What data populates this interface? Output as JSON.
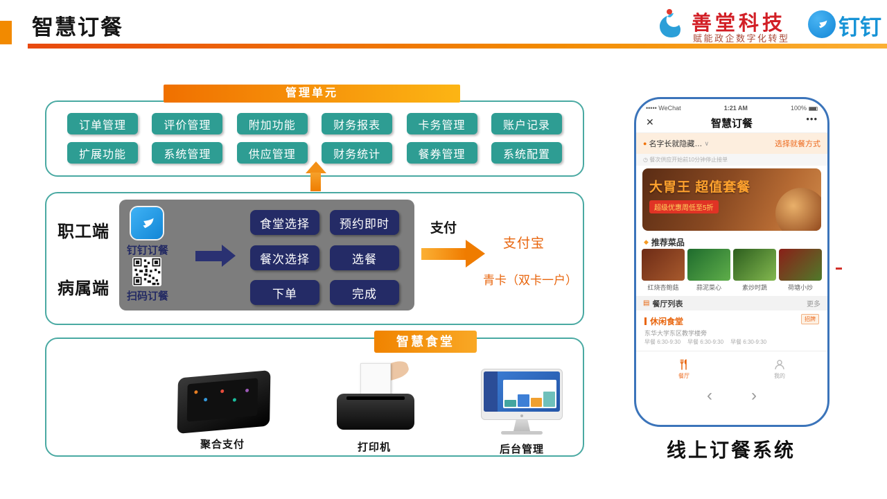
{
  "header": {
    "title": "智慧订餐",
    "brand": {
      "name": "善堂科技",
      "tagline": "赋能政企数字化转型",
      "dingtalk_label": "钉钉"
    }
  },
  "management": {
    "banner": "管理单元",
    "rows": [
      [
        "订单管理",
        "评价管理",
        "附加功能",
        "财务报表",
        "卡务管理",
        "账户记录"
      ],
      [
        "扩展功能",
        "系统管理",
        "供应管理",
        "财务统计",
        "餐券管理",
        "系统配置"
      ]
    ]
  },
  "flow": {
    "role_staff": "职工端",
    "role_family": "病属端",
    "entry_dingtalk": "钉钉订餐",
    "entry_qrcode": "扫码订餐",
    "steps": [
      "食堂选择",
      "预约即时",
      "餐次选择",
      "选餐",
      "下单",
      "完成"
    ],
    "pay_label": "支付",
    "pay_method_1": "支付宝",
    "pay_method_2": "青卡（双卡一户）"
  },
  "canteen": {
    "banner": "智慧食堂",
    "device_1": "聚合支付",
    "device_2": "打印机",
    "device_3": "后台管理"
  },
  "phone": {
    "status_left": "••••• WeChat",
    "status_time": "1:21 AM",
    "status_battery": "100%",
    "nav_title": "智慧订餐",
    "location_text": "名字长就隐藏…",
    "dining_mode": "选择就餐方式",
    "notice": "餐次供应开始前10分钟停止接单",
    "promo_title": "大胃王 超值套餐",
    "promo_sub": "超级优惠周低至5折",
    "recommend_title": "推荐菜品",
    "dishes": [
      "红烧杏鲍菇",
      "蒜泥菜心",
      "素炒时蔬",
      "荷塘小炒"
    ],
    "list_title": "餐厅列表",
    "list_more": "更多",
    "restaurant_name": "休闲食堂",
    "restaurant_badge": "招牌",
    "restaurant_address": "东华大学东区教学楼旁",
    "times": [
      "早餐 6:30-9:30",
      "早餐 6:30-9:30",
      "早餐 6:30-9:30"
    ],
    "tab_home": "餐厅",
    "tab_mine": "我的"
  },
  "icons": {
    "close": "✕",
    "more": "•••",
    "pin": "●",
    "caret_down": "∨",
    "clock": "◷",
    "diamond": "◆",
    "list": "▤",
    "prev": "‹",
    "next": "›"
  },
  "caption": "线上订餐系统"
}
